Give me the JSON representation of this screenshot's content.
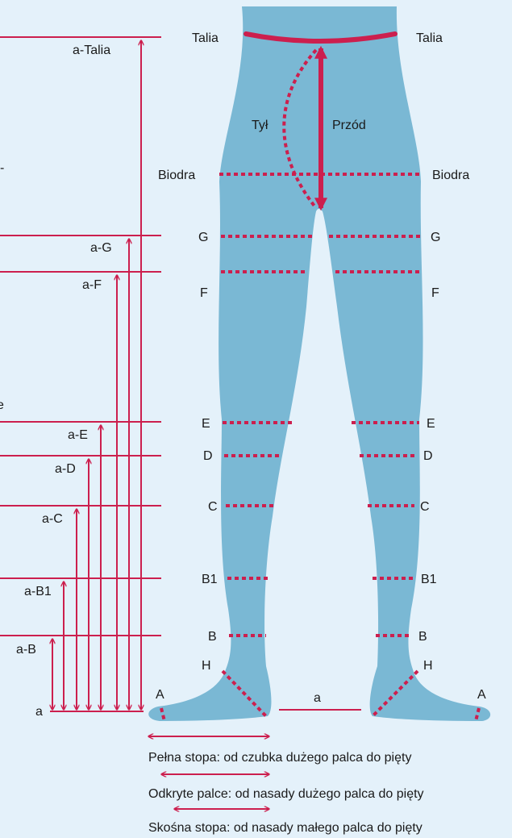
{
  "colors": {
    "background": "#e4f1fa",
    "leg_fill": "#7ab8d4",
    "accent": "#cc1f4e",
    "text": "#1a1a1a"
  },
  "left_ruler": {
    "labels": [
      "a-Talia",
      "a-G",
      "a-F",
      "a-E",
      "a-D",
      "a-C",
      "a-B1",
      "a-B",
      "a"
    ],
    "edge_fragments": [
      "-",
      "e"
    ]
  },
  "body_labels": {
    "waist_left": "Talia",
    "waist_right": "Talia",
    "back": "Tył",
    "front": "Przód",
    "hips_left": "Biodra",
    "hips_right": "Biodra",
    "g_left": "G",
    "g_right": "G",
    "f_left": "F",
    "f_right": "F",
    "e_left": "E",
    "e_right": "E",
    "d_left": "D",
    "d_right": "D",
    "c_left": "C",
    "c_right": "C",
    "b1_left": "B1",
    "b1_right": "B1",
    "b_left": "B",
    "b_right": "B",
    "h_left": "H",
    "h_right": "H",
    "a_left": "A",
    "a_right": "A",
    "a_floor": "a"
  },
  "foot_legend": [
    "Pełna stopa: od czubka dużego palca do pięty",
    "Odkryte palce: od nasady dużego palca do pięty",
    "Skośna stopa: od nasady małego palca do pięty"
  ]
}
